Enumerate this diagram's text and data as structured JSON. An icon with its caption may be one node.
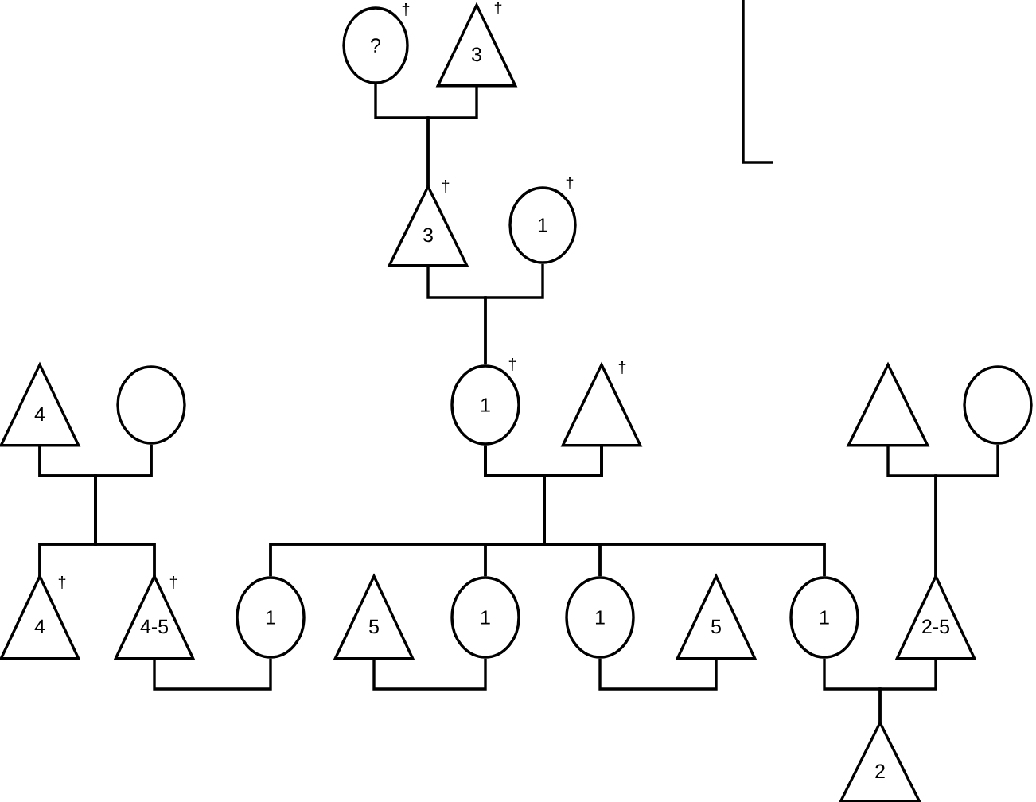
{
  "diagram": {
    "nodes": [
      {
        "text": [
          "?"
        ],
        "beside": [
          "†"
        ]
      },
      {
        "text": [
          "3"
        ],
        "beside": [
          "†"
        ]
      },
      {
        "text": [
          "3"
        ],
        "beside": [
          "†"
        ]
      },
      {
        "text": [
          "1"
        ],
        "beside": [
          "†"
        ]
      },
      {
        "text": [
          "4"
        ]
      },
      {
        "text": [],
        "shape": "circle"
      },
      {
        "text": [
          "1"
        ],
        "beside": [
          "†"
        ]
      },
      {
        "text": [],
        "shape": "triangle",
        "beside": [
          "†"
        ]
      },
      {
        "text": [],
        "shape": "triangle"
      },
      {
        "text": [],
        "shape": "circle"
      },
      {
        "text": [
          "4"
        ],
        "beside": [
          "†"
        ]
      },
      {
        "text": [
          "4-5"
        ],
        "beside": [
          "†"
        ]
      },
      {
        "text": [
          "1"
        ]
      },
      {
        "text": [
          "5"
        ]
      },
      {
        "text": [
          "1"
        ]
      },
      {
        "text": [
          "1"
        ]
      },
      {
        "text": [
          "5"
        ]
      },
      {
        "text": [
          "1"
        ]
      },
      {
        "text": [
          "2-5"
        ]
      },
      {
        "text": [
          "2"
        ]
      }
    ],
    "edges": [
      {
        "from": 0,
        "to": 2,
        "arrow": "none"
      },
      {
        "from": 1,
        "to": 2,
        "arrow": "none"
      },
      {
        "from": 2,
        "to": 6,
        "arrow": "none"
      },
      {
        "from": 3,
        "to": 6,
        "arrow": "none"
      },
      {
        "from": 4,
        "to": 10,
        "arrow": "none"
      },
      {
        "from": 5,
        "to": 10,
        "arrow": "none"
      },
      {
        "from": 4,
        "to": 11,
        "arrow": "none"
      },
      {
        "from": 5,
        "to": 11,
        "arrow": "none"
      },
      {
        "from": 6,
        "to": 12,
        "arrow": "none"
      },
      {
        "from": 7,
        "to": 12,
        "arrow": "none"
      },
      {
        "from": 6,
        "to": 14,
        "arrow": "none"
      },
      {
        "from": 7,
        "to": 14,
        "arrow": "none"
      },
      {
        "from": 6,
        "to": 15,
        "arrow": "none"
      },
      {
        "from": 7,
        "to": 15,
        "arrow": "none"
      },
      {
        "from": 6,
        "to": 17,
        "arrow": "none"
      },
      {
        "from": 7,
        "to": 17,
        "arrow": "none"
      },
      {
        "from": 8,
        "to": 18,
        "arrow": "none"
      },
      {
        "from": 9,
        "to": 18,
        "arrow": "none"
      },
      {
        "from": 11,
        "to": 12,
        "arrow": "none"
      },
      {
        "from": 13,
        "to": 14,
        "arrow": "none"
      },
      {
        "from": 15,
        "to": 16,
        "arrow": "none"
      },
      {
        "from": 17,
        "to": 19,
        "arrow": "none"
      },
      {
        "from": 18,
        "to": 19,
        "arrow": "none"
      }
    ]
  }
}
